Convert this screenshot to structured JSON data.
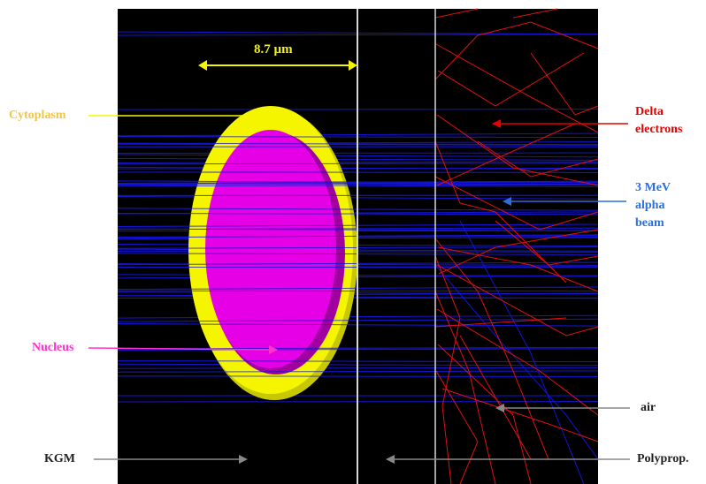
{
  "labels": {
    "dimension": "8.7 µm",
    "cytoplasm": "Cytoplasm",
    "nucleus": "Nucleus",
    "delta_line1": "Delta",
    "delta_line2": "electrons",
    "alpha_line1": "3 MeV",
    "alpha_line2": "alpha",
    "alpha_line3": "beam",
    "air": "air",
    "kgm": "KGM",
    "polyprop": "Polyprop."
  },
  "colors": {
    "background_panel": "#000000",
    "cytoplasm": "#f5f500",
    "cytoplasm_shadow": "#c8c800",
    "nucleus": "#e600e6",
    "nucleus_shadow": "#a000a0",
    "alpha_tracks": "#1414d2",
    "delta_tracks": "#e01010",
    "boundary": "#d8d8d8",
    "arrow_dimension": "#f5f500",
    "label_cytoplasm": "#f5c542",
    "label_nucleus": "#ff33cc",
    "label_delta": "#e60000",
    "label_alpha": "#2a6fdb",
    "label_gray": "#222222",
    "arrow_gray": "#888888"
  }
}
